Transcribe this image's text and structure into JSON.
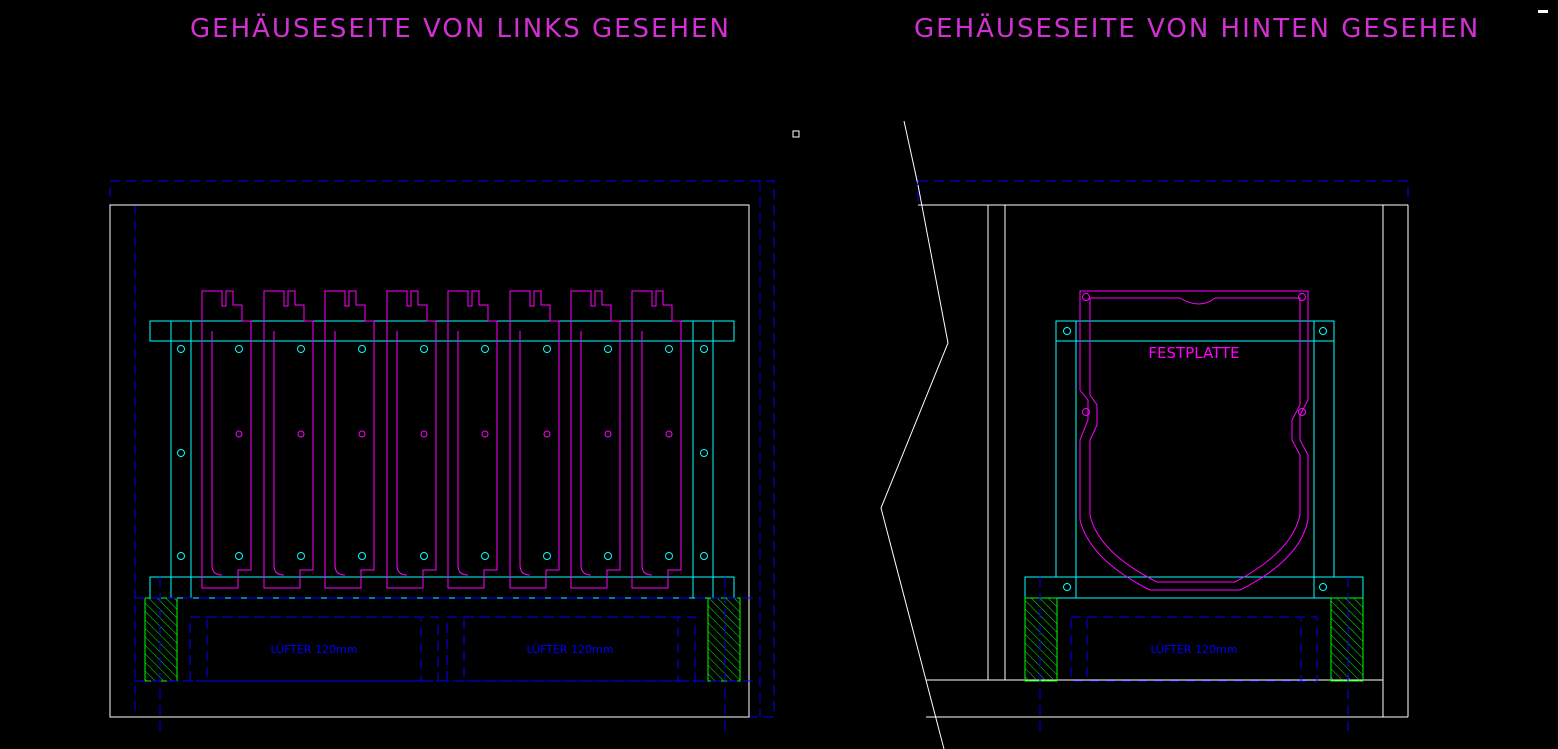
{
  "titles": {
    "left": "GEHÄUSESEITE VON LINKS GESEHEN",
    "right": "GEHÄUSESEITE VON HINTEN GESEHEN"
  },
  "labels": {
    "fan": "LÜFTER 120mm",
    "hdd": "FESTPLATTE"
  },
  "colors": {
    "background": "#000000",
    "outline": "#ffffff",
    "frame": "#00ffff",
    "drive": "#ff00ff",
    "hidden": "#0000ff",
    "hatch": "#00ff00",
    "title": "#d231d2"
  }
}
